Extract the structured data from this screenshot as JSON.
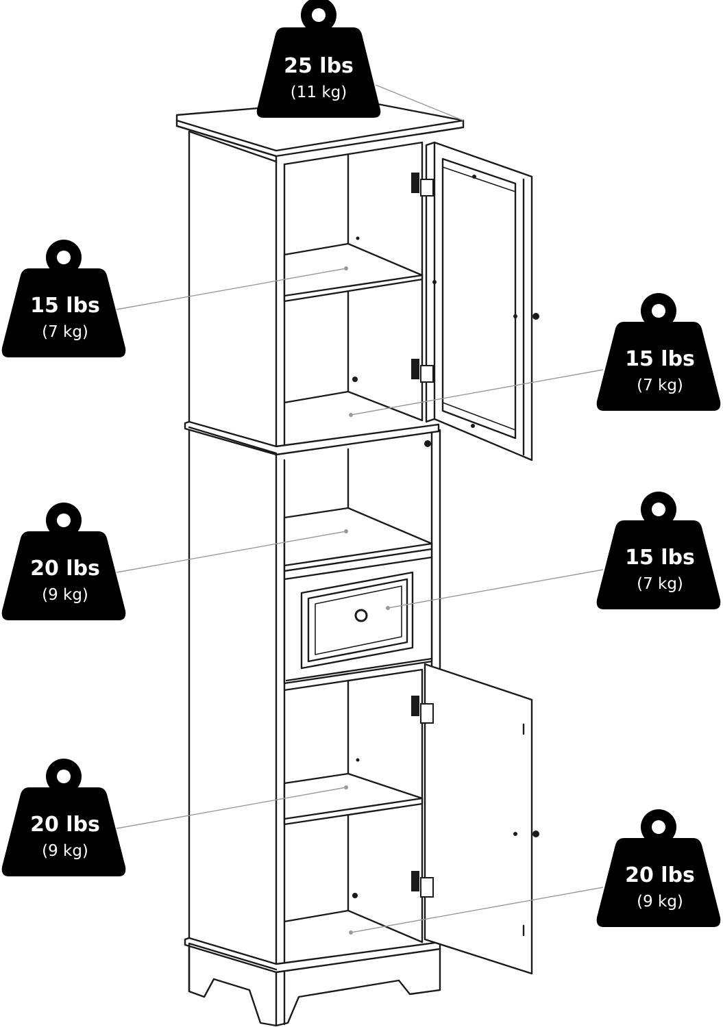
{
  "weights": [
    {
      "id": "top",
      "lbs": "25 lbs",
      "kg": "(11 kg)"
    },
    {
      "id": "upper-shelf",
      "lbs": "15 lbs",
      "kg": "(7 kg)"
    },
    {
      "id": "upper-bottom",
      "lbs": "15 lbs",
      "kg": "(7 kg)"
    },
    {
      "id": "open-shelf",
      "lbs": "20 lbs",
      "kg": "(9 kg)"
    },
    {
      "id": "drawer",
      "lbs": "15 lbs",
      "kg": "(7 kg)"
    },
    {
      "id": "lower-shelf",
      "lbs": "20 lbs",
      "kg": "(9 kg)"
    },
    {
      "id": "lower-bottom",
      "lbs": "20 lbs",
      "kg": "(9 kg)"
    }
  ],
  "colors": {
    "weight_fill": "#000000",
    "line": "#1a1a1a",
    "leader": "#9a9a9a",
    "background": "#ffffff"
  }
}
